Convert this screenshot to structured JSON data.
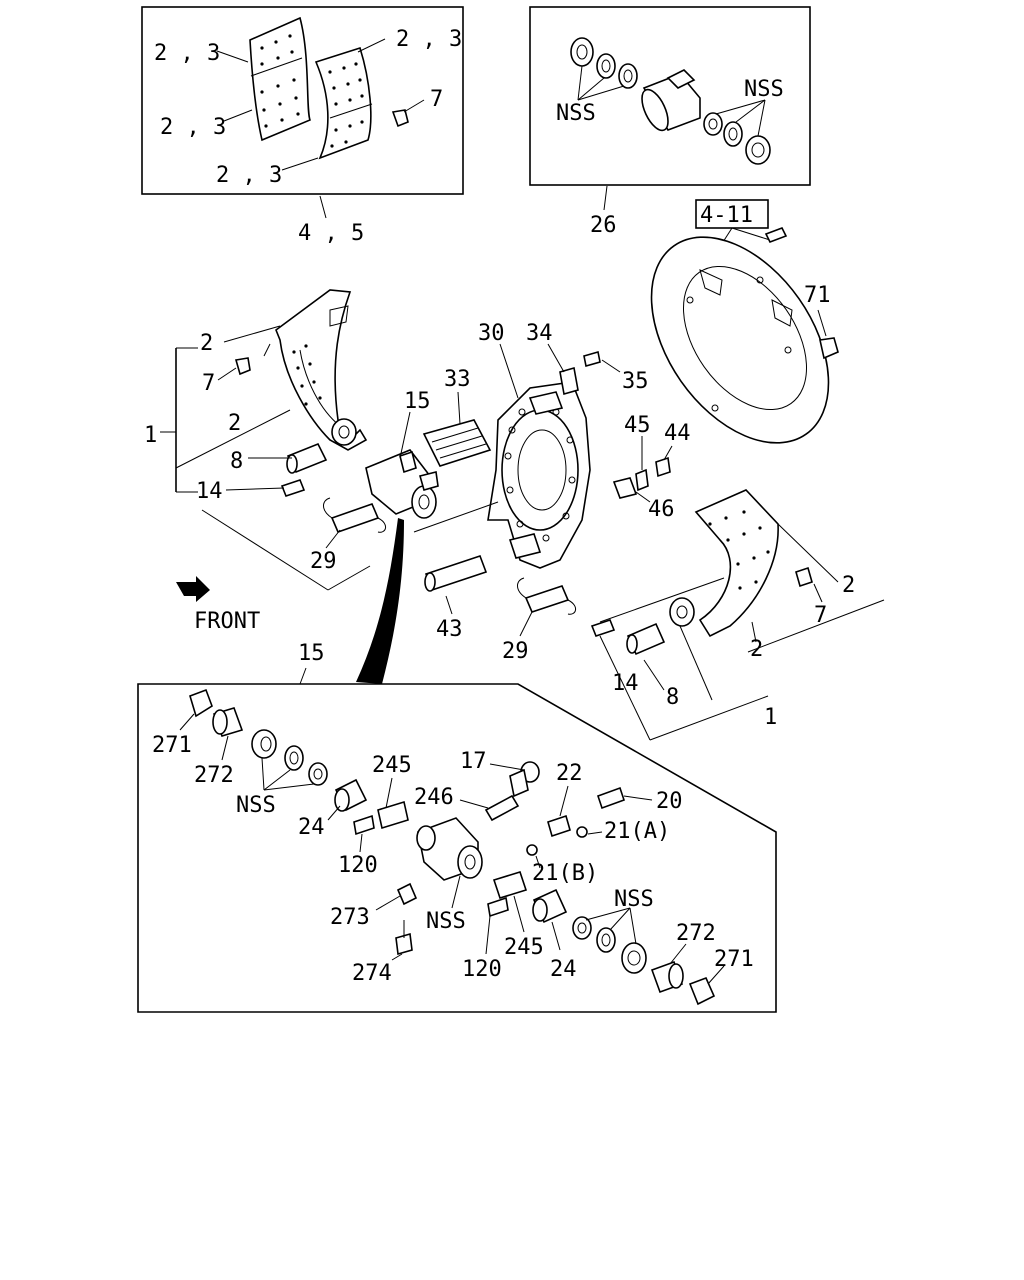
{
  "title": "",
  "labels": {
    "lining_l1": "2 , 3",
    "lining_l2": "2 , 3",
    "lining_r1": "2 , 3",
    "lining_r2": "2 , 3",
    "rivet_7_top": "7",
    "assy_4_5": "4 , 5",
    "nss_a": "NSS",
    "nss_b": "NSS",
    "cyl_26": "26",
    "ref_4_11": "4-11",
    "plug_71": "71",
    "left_1": "1",
    "left_2a": "2",
    "left_7": "7",
    "left_2b": "2",
    "left_8": "8",
    "left_14": "14",
    "left_29": "29",
    "wc_15": "15",
    "pad_33": "33",
    "plate_30": "30",
    "clip_34": "34",
    "bolt_35": "35",
    "part_45": "45",
    "nut_44": "44",
    "part_46": "46",
    "pin_43": "43",
    "spring_29": "29",
    "right_2a": "2",
    "right_7": "7",
    "right_2b": "2",
    "right_14": "14",
    "right_8": "8",
    "right_1": "1",
    "front": "FRONT",
    "detail_15": "15",
    "d_271_l": "271",
    "d_272_l": "272",
    "d_nss_l": "NSS",
    "d_24_l": "24",
    "d_245_t": "245",
    "d_120_l": "120",
    "d_17": "17",
    "d_246": "246",
    "d_22": "22",
    "d_20": "20",
    "d_21a": "21(A)",
    "d_21b": "21(B)",
    "d_273": "273",
    "d_nss_c": "NSS",
    "d_274": "274",
    "d_120_b": "120",
    "d_245_b": "245",
    "d_24_b": "24",
    "d_nss_r": "NSS",
    "d_272_r": "272",
    "d_271_r": "271"
  }
}
